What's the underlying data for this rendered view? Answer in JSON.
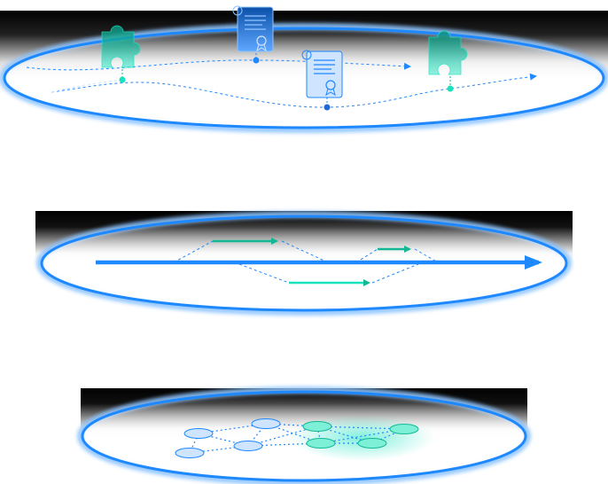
{
  "colors": {
    "blue": "#1e88ff",
    "blue_light": "#8ec5ff",
    "teal": "#19e3bf",
    "teal_dark": "#12b894",
    "background": "#ffffff",
    "band_top": "#000000"
  },
  "icons": {
    "puzzle": "puzzle-piece-icon",
    "certificate": "certificate-document-icon"
  },
  "panels": [
    {
      "name": "top-platform",
      "icons": [
        "puzzle-piece-icon",
        "certificate-document-icon",
        "certificate-document-icon",
        "puzzle-piece-icon"
      ]
    },
    {
      "name": "middle-platform",
      "main_arrow": "thick-blue-arrow"
    },
    {
      "name": "bottom-platform",
      "network": "node-graph"
    }
  ]
}
